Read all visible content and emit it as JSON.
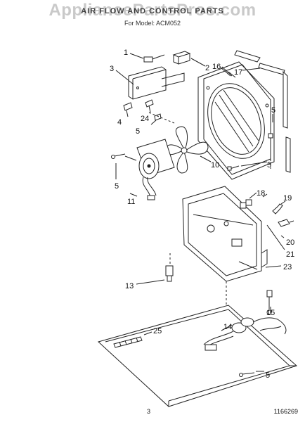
{
  "header": {
    "watermark": "AppliancePartsPros.com",
    "title": "AIR FLOW AND CONTROL PARTS",
    "model_line": "For Model: ACM052"
  },
  "callouts": [
    "1",
    "2",
    "3",
    "4",
    "5",
    "5",
    "5",
    "5",
    "5",
    "10",
    "11",
    "13",
    "14",
    "15",
    "16",
    "17",
    "18",
    "19",
    "20",
    "21",
    "23",
    "24",
    "25"
  ],
  "footer": {
    "page_number": "3",
    "doc_id": "1166269"
  }
}
